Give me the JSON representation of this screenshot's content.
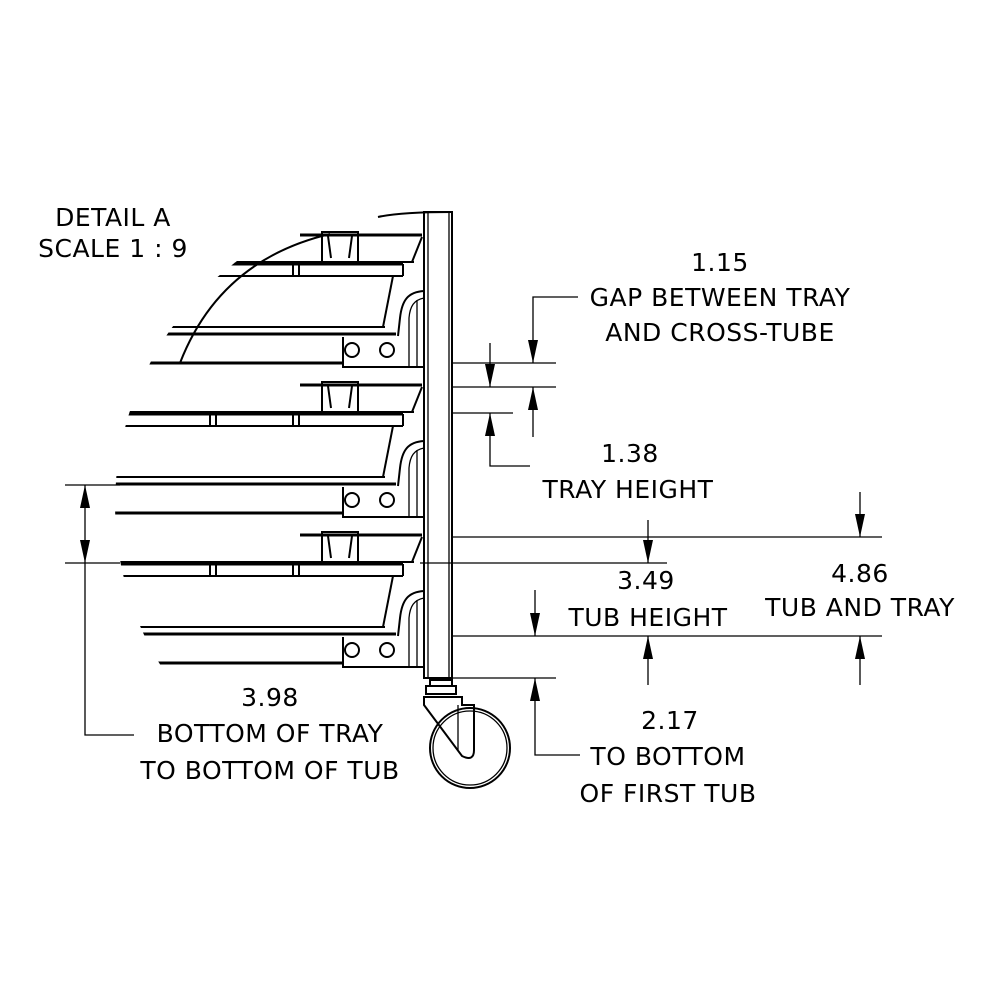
{
  "detail": {
    "title": "DETAIL A",
    "scale": "SCALE 1 : 9"
  },
  "dimensions": {
    "gap": {
      "value": "1.15",
      "line1": "GAP BETWEEN TRAY",
      "line2": "AND CROSS-TUBE"
    },
    "tray_height": {
      "value": "1.38",
      "line1": "TRAY HEIGHT"
    },
    "tub_height": {
      "value": "3.49",
      "line1": "TUB HEIGHT"
    },
    "tub_and_tray": {
      "value": "4.86",
      "line1": "TUB AND TRAY"
    },
    "first_tub": {
      "value": "2.17",
      "line1": "TO BOTTOM",
      "line2": "OF FIRST TUB"
    },
    "tray_to_tub": {
      "value": "3.98",
      "line1": "BOTTOM OF TRAY",
      "line2": "TO BOTTOM OF TUB"
    }
  },
  "colors": {
    "line": "#000000",
    "background": "#ffffff"
  }
}
